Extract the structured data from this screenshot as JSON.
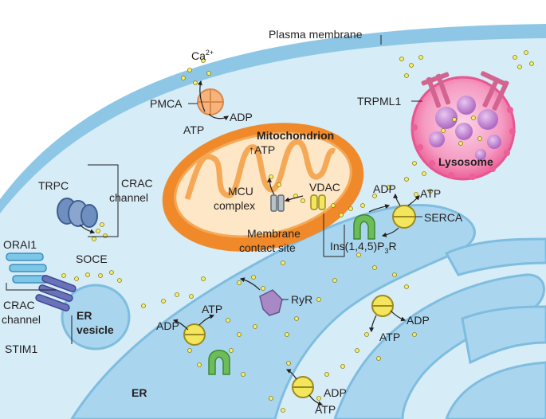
{
  "labels": {
    "plasma_membrane": "Plasma membrane",
    "ca2_base": "Ca",
    "ca2_sup": "2+",
    "pmca": "PMCA",
    "pmca_atp": "ATP",
    "pmca_adp": "ADP",
    "mitochondrion": "Mitochondrion",
    "mito_atp": "↑ATP",
    "mcu_line1": "MCU",
    "mcu_line2": "complex",
    "vdac": "VDAC",
    "membrane_contact_line1": "Membrane",
    "membrane_contact_line2": "contact site",
    "trpml1": "TRPML1",
    "lysosome": "Lysosome",
    "serca": "SERCA",
    "serca_atp": "ATP",
    "serca_adp": "ADP",
    "ip3r_base": "Ins(1,4,5)P",
    "ip3r_sub": "3",
    "ip3r_end": "R",
    "trpc": "TRPC",
    "crac_top_line1": "CRAC",
    "crac_top_line2": "channel",
    "orai1": "ORAI1",
    "soce": "SOCE",
    "crac_bottom_line1": "CRAC",
    "crac_bottom_line2": "channel",
    "stim1": "STIM1",
    "er_vesicle_line1": "ER",
    "er_vesicle_line2": "vesicle",
    "ryr": "RyR",
    "er": "ER",
    "pump_left_atp": "ATP",
    "pump_left_adp": "ADP",
    "pump_right_adp": "ADP",
    "pump_right_atp": "ATP",
    "pump_bottom_adp": "ADP",
    "pump_bottom_atp": "ATP"
  },
  "colors": {
    "cytoplasm": "#d6ecf7",
    "membrane": "#8ec7e6",
    "er_fill": "#a9d6ee",
    "mito_outer": "#f0892a",
    "mito_inner": "#fde7c6",
    "lysosome": "#f06aa0",
    "lysosome_inner": "#b86fc6",
    "ca_ion": "#f7ee6a",
    "pump": "#f3e65c",
    "ip3r": "#6cbd5a",
    "ryr": "#a789c4",
    "channel_blue": "#6f8fc0",
    "pmca": "#f6b37e"
  }
}
